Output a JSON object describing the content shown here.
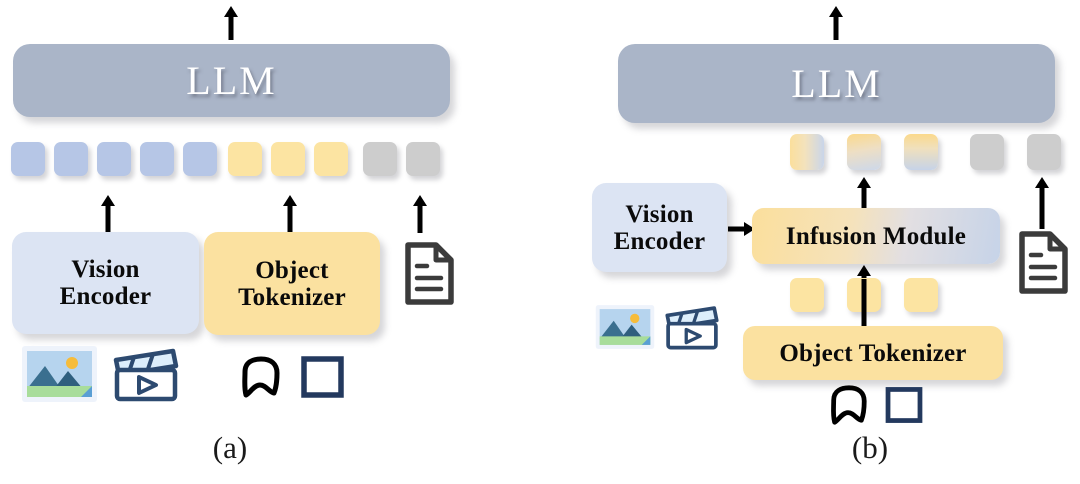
{
  "figure": {
    "kind": "architecture-comparison-diagram",
    "colors": {
      "llm_fill": "#aab5c8",
      "vision_encoder_fill": "#dce4f3",
      "object_tokenizer_fill": "#fbe1a0",
      "blue_token": "#b6c6e6",
      "yellow_token": "#fce4a2",
      "gray_token": "#cdcdcd",
      "infusion_gradient_from": "#fbe1a0",
      "infusion_gradient_to": "#c6d3e8",
      "arrow": "#000000",
      "doc_icon_stroke": "#3b3b3b",
      "mask_stroke": "#000000",
      "bbox_stroke": "#23395e",
      "video_icon_stroke": "#2d4a70",
      "image_icon_sky": "#b6d4ee",
      "image_icon_mountain": "#3a6f8f",
      "image_icon_grass": "#a8dd9b",
      "image_icon_sun": "#f6bc3a"
    }
  },
  "panel_a": {
    "caption": "(a)",
    "llm": {
      "label": "LLM"
    },
    "output_arrow": {
      "name": "llm-output-arrow"
    },
    "tokens": [
      {
        "kind": "vision",
        "color": "#b6c6e6"
      },
      {
        "kind": "vision",
        "color": "#b6c6e6"
      },
      {
        "kind": "vision",
        "color": "#b6c6e6"
      },
      {
        "kind": "vision",
        "color": "#b6c6e6"
      },
      {
        "kind": "vision",
        "color": "#b6c6e6"
      },
      {
        "kind": "object",
        "color": "#fce4a2"
      },
      {
        "kind": "object",
        "color": "#fce4a2"
      },
      {
        "kind": "object",
        "color": "#fce4a2"
      },
      {
        "kind": "text",
        "color": "#cdcdcd"
      },
      {
        "kind": "text",
        "color": "#cdcdcd"
      }
    ],
    "vision_encoder": {
      "line1": "Vision",
      "line2": "Encoder"
    },
    "object_tokenizer": {
      "line1": "Object",
      "line2": "Tokenizer"
    },
    "document": {
      "icon": "document-icon"
    },
    "inputs": [
      {
        "icon": "image-icon"
      },
      {
        "icon": "video-icon"
      },
      {
        "icon": "mask-icon"
      },
      {
        "icon": "bounding-box-icon"
      }
    ]
  },
  "panel_b": {
    "caption": "(b)",
    "llm": {
      "label": "LLM"
    },
    "output_arrow": {
      "name": "llm-output-arrow"
    },
    "tokens": [
      {
        "kind": "infused",
        "gradient": "horizontal-yellow-to-blue"
      },
      {
        "kind": "infused",
        "gradient": "vertical-yellow-to-blue"
      },
      {
        "kind": "infused",
        "gradient": "vertical-yellow-to-blue"
      },
      {
        "kind": "text",
        "color": "#cdcdcd"
      },
      {
        "kind": "text",
        "color": "#cdcdcd"
      }
    ],
    "vision_encoder": {
      "line1": "Vision",
      "line2": "Encoder"
    },
    "infusion_module": {
      "label": "Infusion Module"
    },
    "object_tokenizer": {
      "label": "Object Tokenizer"
    },
    "object_tokens": [
      {
        "color": "#fce4a2"
      },
      {
        "color": "#fce4a2"
      },
      {
        "color": "#fce4a2"
      }
    ],
    "document": {
      "icon": "document-icon"
    },
    "inputs": [
      {
        "icon": "image-icon"
      },
      {
        "icon": "video-icon"
      },
      {
        "icon": "mask-icon"
      },
      {
        "icon": "bounding-box-icon"
      }
    ]
  }
}
